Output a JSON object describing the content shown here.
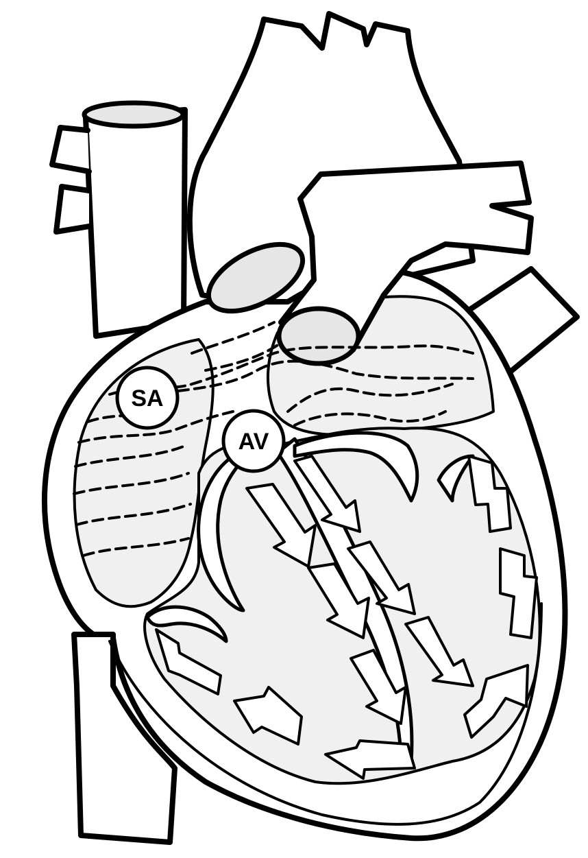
{
  "nodes": {
    "sa": "SA",
    "av": "AV"
  },
  "colors": {
    "outline": "#000000",
    "chamber_fill": "#f0f0f0",
    "background": "#ffffff"
  },
  "icons": [
    "heart-outline",
    "conduction-arrow",
    "dashed-atrial-wave"
  ]
}
